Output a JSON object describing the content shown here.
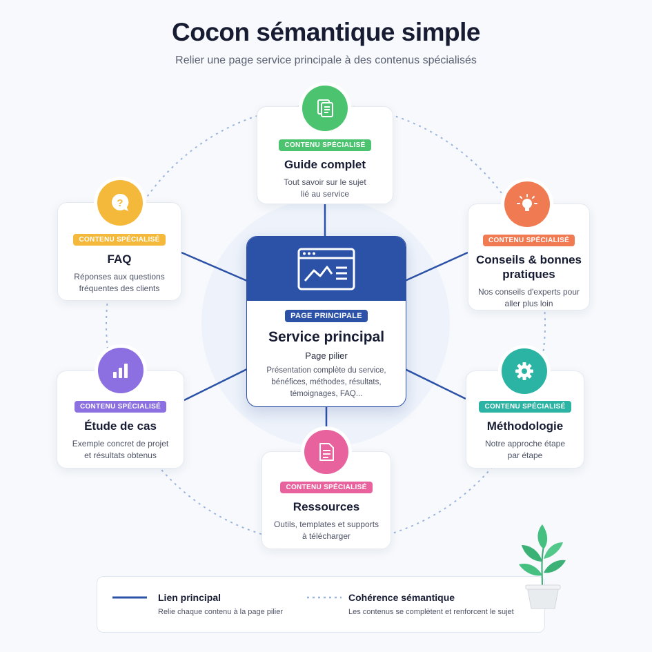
{
  "title": "Cocon sémantique simple",
  "subtitle": "Relier une page service principale à des contenus spécialisés",
  "main": {
    "badge": "PAGE PRINCIPALE",
    "title": "Service principal",
    "subtitle": "Page pilier",
    "desc_lines": [
      "Présentation complète du service,",
      "bénéfices, méthodes, résultats,",
      "témoignages, FAQ..."
    ]
  },
  "cards": {
    "guide": {
      "badge": "CONTENU SPÉCIALISÉ",
      "title": "Guide complet",
      "desc_lines": [
        "Tout savoir sur le sujet",
        "lié au service"
      ],
      "color": "#4cc36e",
      "icon": "document-icon"
    },
    "faq": {
      "badge": "CONTENU SPÉCIALISÉ",
      "title": "FAQ",
      "desc_lines": [
        "Réponses aux questions",
        "fréquentes des clients"
      ],
      "color": "#f4b93a",
      "icon": "question-bubble-icon"
    },
    "conseils": {
      "badge": "CONTENU SPÉCIALISÉ",
      "title_lines": [
        "Conseils & bonnes",
        "pratiques"
      ],
      "desc_lines": [
        "Nos conseils d'experts pour",
        "aller plus loin"
      ],
      "color": "#f07a52",
      "icon": "lightbulb-icon"
    },
    "etude": {
      "badge": "CONTENU SPÉCIALISÉ",
      "title": "Étude de cas",
      "desc_lines": [
        "Exemple concret de projet",
        "et résultats obtenus"
      ],
      "color": "#8c6fe0",
      "icon": "bar-chart-icon"
    },
    "methodo": {
      "badge": "CONTENU SPÉCIALISÉ",
      "title": "Méthodologie",
      "desc_lines": [
        "Notre approche étape",
        "par étape"
      ],
      "color": "#2bb3a4",
      "icon": "gear-icon"
    },
    "ressources": {
      "badge": "CONTENU SPÉCIALISÉ",
      "title": "Ressources",
      "desc_lines": [
        "Outils, templates et supports",
        "à télécharger"
      ],
      "color": "#e8629e",
      "icon": "file-icon"
    }
  },
  "legend": {
    "main_link": {
      "title": "Lien principal",
      "desc": "Relie chaque contenu à la page pilier"
    },
    "semantic": {
      "title": "Cohérence sémantique",
      "desc": "Les contenus se complètent et renforcent le sujet"
    }
  },
  "colors": {
    "primary": "#2c52a8",
    "dotted": "#9bb4dd"
  }
}
